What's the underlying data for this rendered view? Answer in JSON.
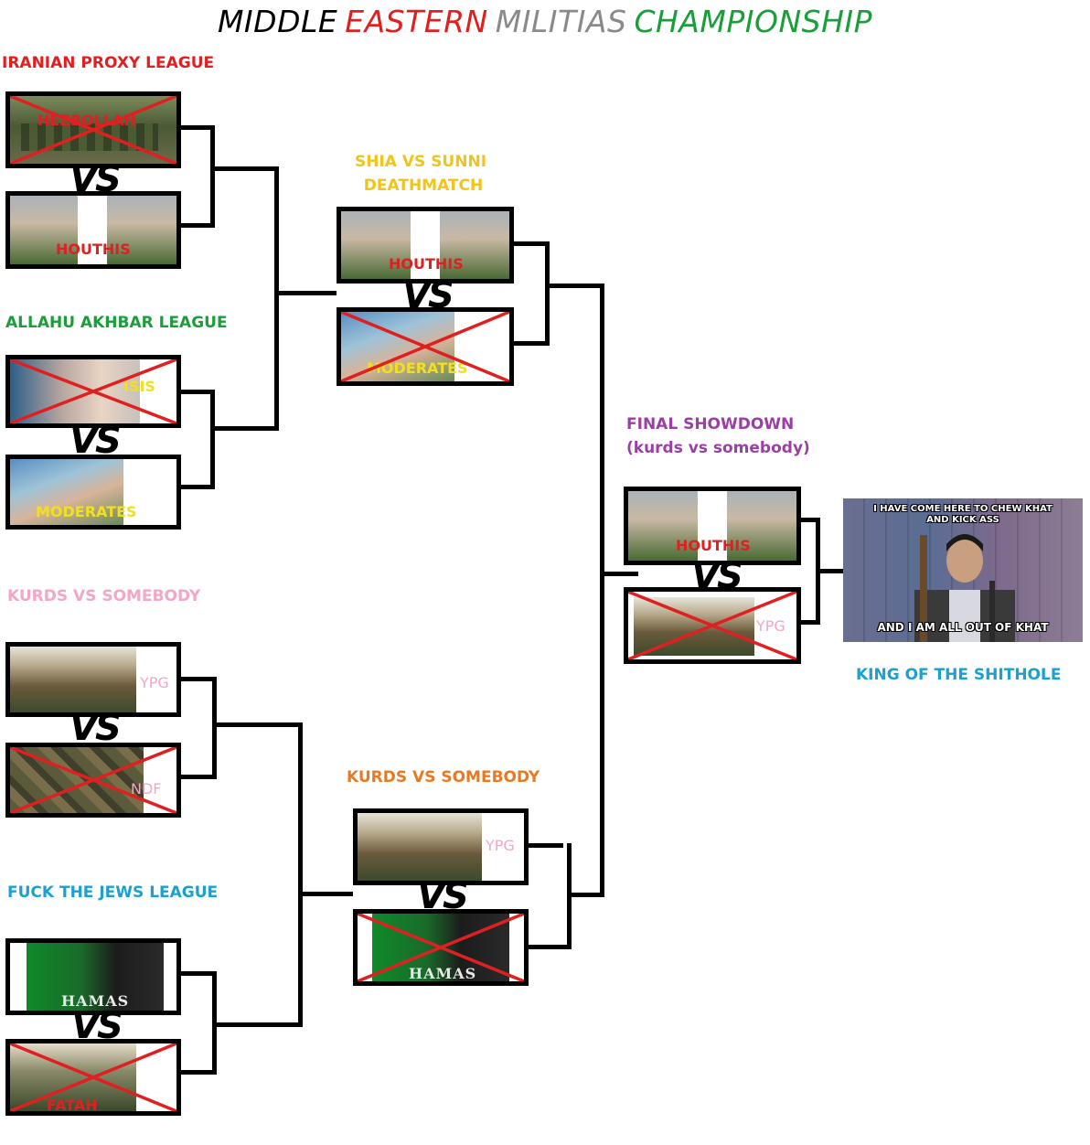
{
  "title": {
    "word1": "MIDDLE",
    "word2": "EASTERN",
    "word3": "MILITIAS",
    "word4": "CHAMPIONSHIP"
  },
  "colors": {
    "red": "#e02020",
    "gray": "#8a8a8a",
    "green": "#1a9e3a",
    "yellow": "#f0c419",
    "pink": "#f2a6c8",
    "purple": "#9b3fa6",
    "orange": "#e87a24",
    "blue": "#1ca0d0"
  },
  "leagues": {
    "iranian": "IRANIAN PROXY LEAGUE",
    "allahu": "ALLAHU AKHBAR LEAGUE",
    "kurds1": "KURDS VS SOMEBODY",
    "jews": "FUCK THE JEWS LEAGUE",
    "shia_sunni_1": "SHIA VS SUNNI",
    "shia_sunni_2": "DEATHMATCH",
    "kurds2": "KURDS VS SOMEBODY",
    "final_1": "FINAL SHOWDOWN",
    "final_2": "(kurds vs somebody)",
    "king": "KING OF THE SHITHOLE"
  },
  "teams": {
    "hezbollah": "HEZBOLLAH",
    "houthis": "HOUTHIS",
    "isis": "ISIS",
    "moderates": "MODERATES",
    "ypg": "YPG",
    "ndf": "NDF",
    "hamas": "HAMAS",
    "fatah": "FATAH"
  },
  "vs_label": "VS",
  "meme": {
    "top_line1": "I HAVE COME HERE TO CHEW KHAT",
    "top_line2": "AND KICK ASS",
    "bottom": "AND I AM ALL OUT OF KHAT"
  },
  "icons": {
    "eliminated": "red-x-icon"
  }
}
